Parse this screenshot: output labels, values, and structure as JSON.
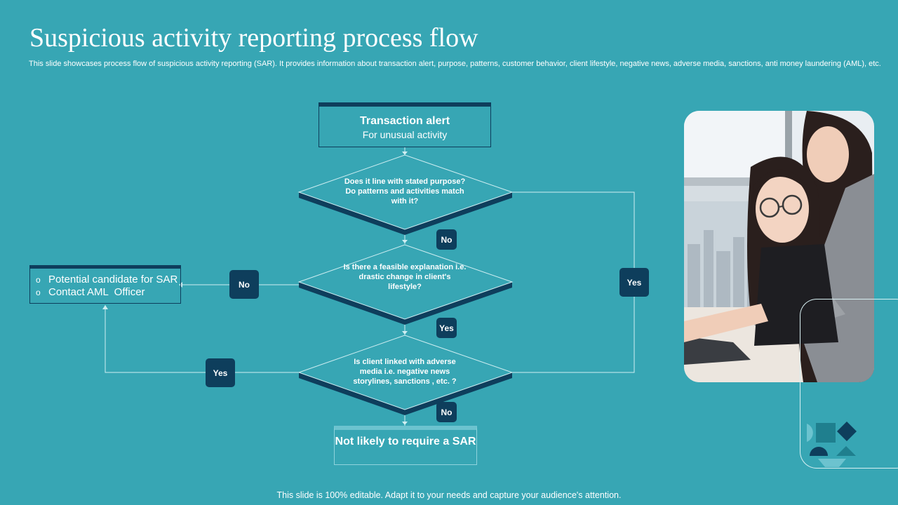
{
  "title": "Suspicious activity reporting process flow",
  "subtitle": "This slide showcases process flow of suspicious activity reporting (SAR). It provides information about transaction alert, purpose, patterns, customer behavior, client lifestyle, negative news, adverse media, sanctions, anti money laundering (AML), etc.",
  "flow": {
    "alert_title": "Transaction alert",
    "alert_sub": "For unusual activity",
    "q1": "Does it line with stated purpose? Do patterns and activities match with it?",
    "q2": "Is there a feasible explanation i.e. drastic change in client's lifestyle?",
    "q3": "Is client linked with adverse media i.e. negative news storylines, sanctions , etc. ?",
    "badge_q1_no": "No",
    "badge_q2_no": "No",
    "badge_q2_yes": "Yes",
    "badge_q1_yes": "Yes",
    "badge_q3_yes": "Yes",
    "badge_q3_no": "No",
    "sar_items": [
      "Potential candidate for SAR",
      "Contact AML  Officer"
    ],
    "sar_bullet": "o",
    "not_likely": "Not likely to require a SAR"
  },
  "colors": {
    "background": "#37a6b4",
    "dark": "#0e3e5c",
    "light_line": "#cfeef2"
  },
  "footer": "This slide is 100% editable. Adapt it to your needs and capture your audience's attention."
}
